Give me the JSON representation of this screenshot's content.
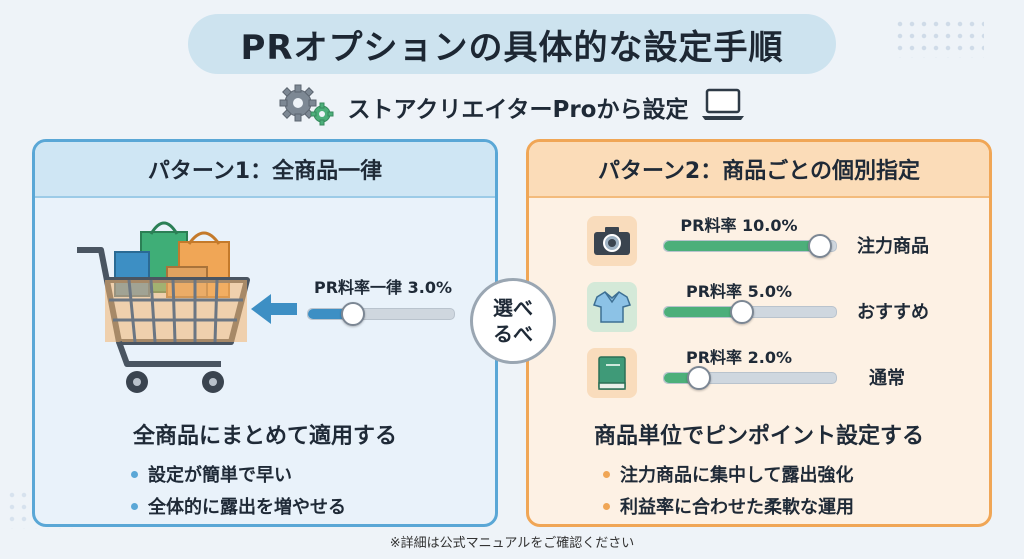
{
  "title": "PRオプションの具体的な設定手順",
  "subtitle": "ストアクリエイターProから設定",
  "icons": [
    "gears-icon",
    "laptop-icon",
    "shopping-cart-icon",
    "camera-icon",
    "shirt-icon",
    "book-icon"
  ],
  "colors": {
    "left_accent": "#5aa7d6",
    "right_accent": "#f0a656",
    "slider_blue": "#3d8fc4",
    "slider_green": "#4caf7a"
  },
  "choose_label": [
    "選べ",
    "るべ"
  ],
  "left_panel": {
    "header": "パターン1：全商品一律",
    "slider_label": "PR料率一律 3.0%",
    "slider_level": 0.3,
    "caption": "全商品にまとめて適用する",
    "bullets": [
      "設定が簡単で早い",
      "全体的に露出を増やせる"
    ]
  },
  "right_panel": {
    "header": "パターン2：商品ごとの個別指定",
    "rows": [
      {
        "icon": "camera-icon",
        "rate_label": "PR料率 10.0%",
        "level": 0.9,
        "name": "注力商品"
      },
      {
        "icon": "shirt-icon",
        "rate_label": "PR料率 5.0%",
        "level": 0.45,
        "name": "おすすめ"
      },
      {
        "icon": "book-icon",
        "rate_label": "PR料率 2.0%",
        "level": 0.2,
        "name": "通常"
      }
    ],
    "caption": "商品単位でピンポイント設定する",
    "bullets": [
      "注力商品に集中して露出強化",
      "利益率に合わせた柔軟な運用"
    ]
  },
  "footnote": "※詳細は公式マニュアルをご確認ください"
}
